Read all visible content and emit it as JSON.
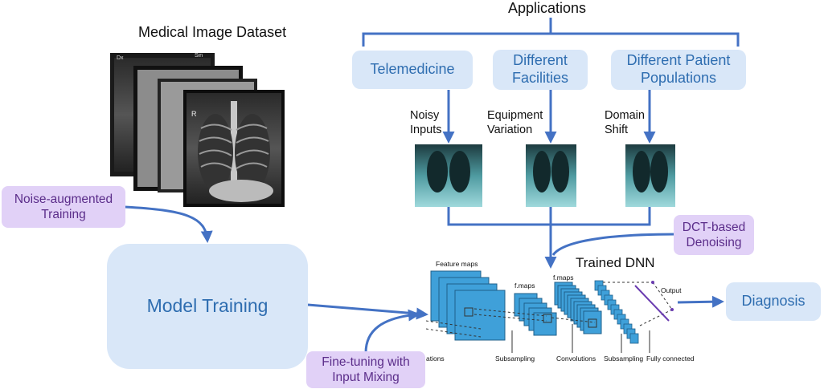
{
  "title_applications": "Applications",
  "dataset_label": "Medical Image Dataset",
  "applications": [
    {
      "label": "Telemedicine",
      "issue": "Noisy Inputs"
    },
    {
      "label": "Different Facilities",
      "issue": "Equipment Variation"
    },
    {
      "label": "Different Patient Populations",
      "issue": "Domain Shift"
    }
  ],
  "xray_corner_labels": [
    "Dx",
    "Sin",
    "R"
  ],
  "noise_augmented": "Noise-augmented Training",
  "model_training": "Model Training",
  "dct_denoising": "DCT-based Denoising",
  "trained_dnn": "Trained DNN",
  "fine_tuning": "Fine-tuning with Input Mixing",
  "diagnosis": "Diagnosis",
  "cnn_labels": {
    "feature_maps": "Feature maps",
    "fmaps_1": "f.maps",
    "fmaps_2": "f.maps",
    "output": "Output",
    "convolutions_left": "ations",
    "subsampling_1": "Subsampling",
    "convolutions": "Convolutions",
    "subsampling_2": "Subsampling",
    "fully_connected": "Fully connected"
  },
  "colors": {
    "arrow": "#4472c4",
    "blue_box": "#d9e7f8",
    "blue_text": "#2e6db0",
    "purple_box": "#e1d1f7",
    "purple_text": "#5b2d8a",
    "cnn_block": "#3fa0d9"
  }
}
